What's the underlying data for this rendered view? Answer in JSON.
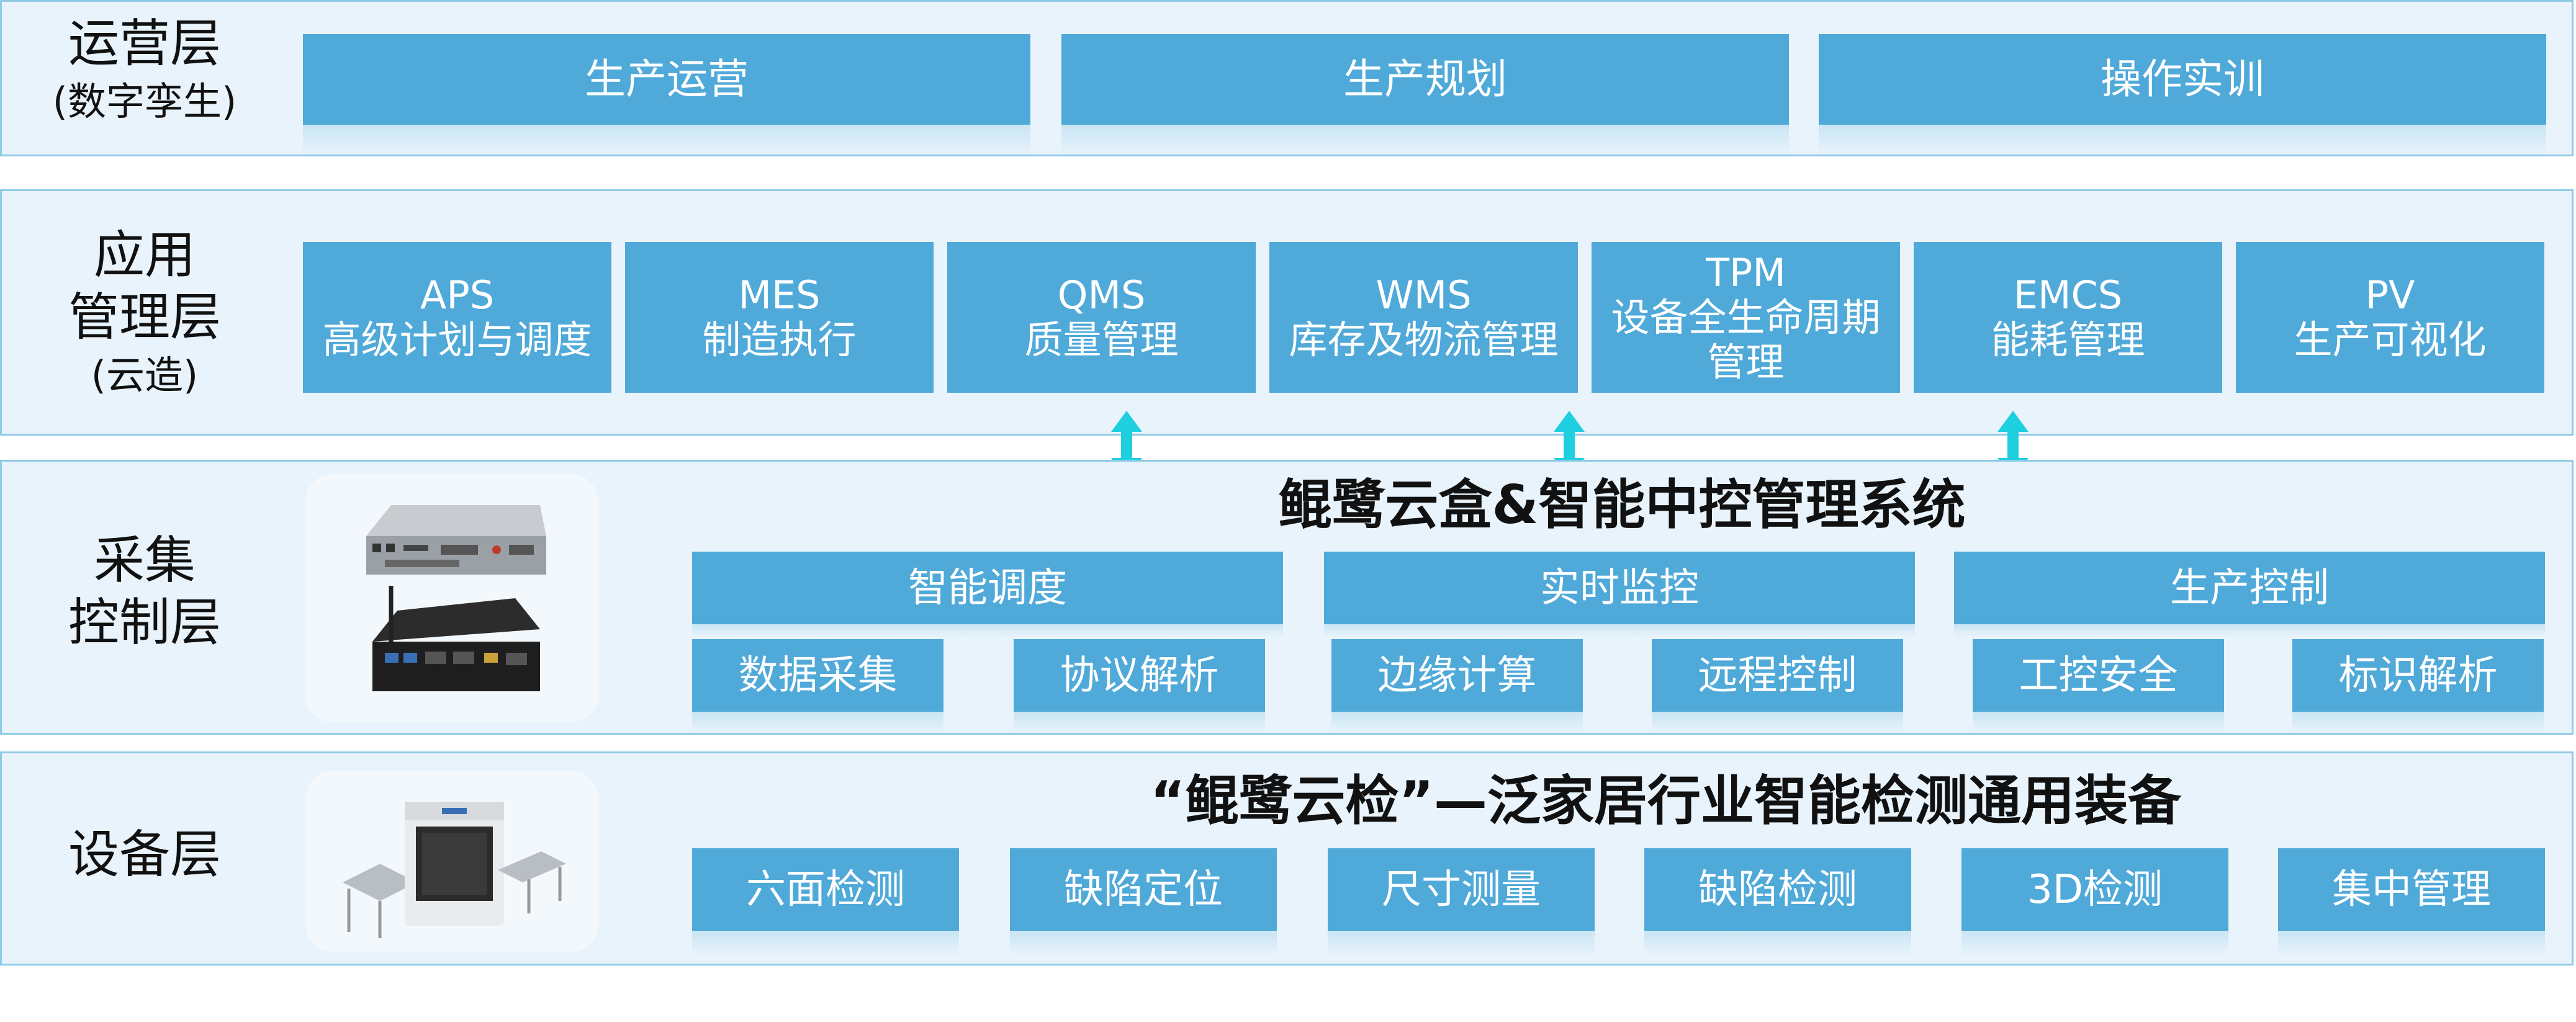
{
  "layers": {
    "ops": {
      "title": "运营层",
      "sub": "(数字孪生)"
    },
    "app": {
      "title_line1": "应用",
      "title_line2": "管理层",
      "sub": "(云造)"
    },
    "ctrl": {
      "title_line1": "采集",
      "title_line2": "控制层"
    },
    "device": {
      "title": "设备层"
    }
  },
  "ops_boxes": [
    "生产运营",
    "生产规划",
    "操作实训"
  ],
  "app_boxes": [
    {
      "code": "APS",
      "name": "高级计划与调度"
    },
    {
      "code": "MES",
      "name": "制造执行"
    },
    {
      "code": "QMS",
      "name": "质量管理"
    },
    {
      "code": "WMS",
      "name": "库存及物流管理"
    },
    {
      "code": "TPM",
      "name": "设备全生命周期",
      "name2": "管理"
    },
    {
      "code": "EMCS",
      "name": "能耗管理"
    },
    {
      "code": "PV",
      "name": "生产可视化"
    }
  ],
  "ctrl": {
    "system_title": "鲲鹭云盒&智能中控管理系统",
    "groups": [
      {
        "label": "智能调度",
        "items": [
          "数据采集",
          "协议解析"
        ]
      },
      {
        "label": "实时监控",
        "items": [
          "边缘计算",
          "远程控制"
        ]
      },
      {
        "label": "生产控制",
        "items": [
          "工控安全",
          "标识解析"
        ]
      }
    ]
  },
  "device": {
    "equipment_title": "“鲲鹭云检”—泛家居行业智能检测通用装备",
    "items": [
      "六面检测",
      "缺陷定位",
      "尺寸测量",
      "缺陷检测",
      "3D检测",
      "集中管理"
    ]
  },
  "colors": {
    "box": "#4fa9d9",
    "band": "#e8f3fb",
    "border": "#8fcbe8",
    "arrow": "#1ecfe0"
  },
  "icons": {
    "arrows": "double-vertical-arrow-icon",
    "ctrl_device": "industrial-pc-icon",
    "inspect_device": "inspection-machine-icon"
  }
}
